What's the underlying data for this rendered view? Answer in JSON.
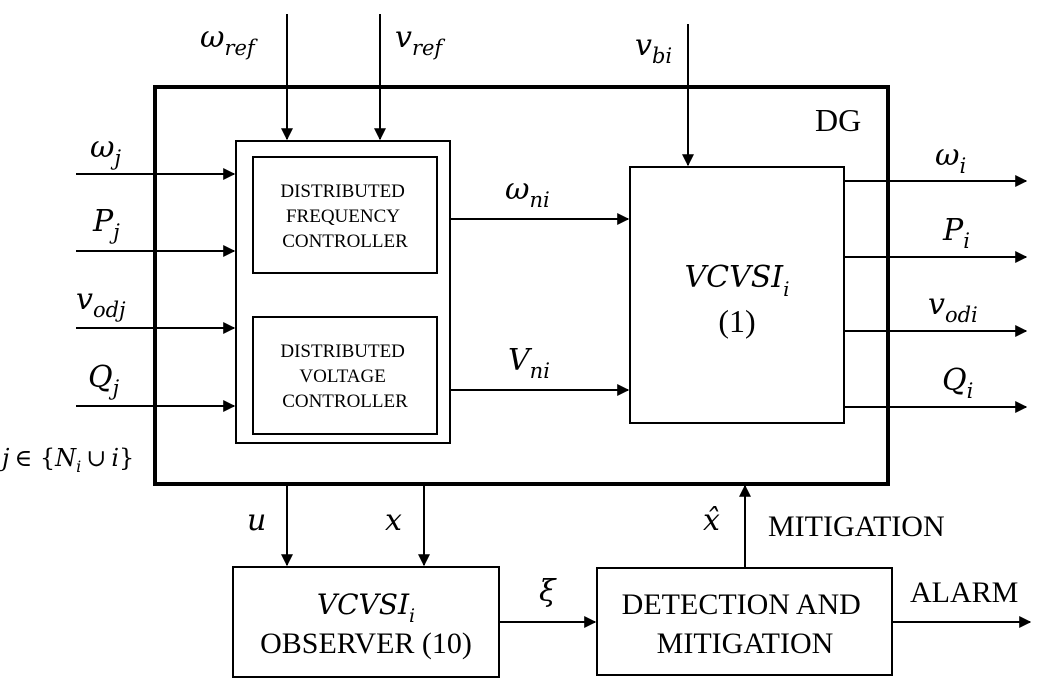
{
  "blocks": {
    "dg_label": "DG",
    "freq_controller": [
      "DISTRIBUTED",
      "FREQUENCY",
      "CONTROLLER"
    ],
    "volt_controller": [
      "DISTRIBUTED",
      "VOLTAGE",
      "CONTROLLER"
    ],
    "vcvsi": {
      "base": "VCVSI",
      "sub": "i",
      "eq": "(1)"
    },
    "observer": {
      "base": "VCVSI",
      "sub": "i",
      "line2": "OBSERVER (10)"
    },
    "detection": [
      "DETECTION AND",
      "MITIGATION"
    ]
  },
  "signals": {
    "omega_ref": {
      "base": "ω",
      "sub": "ref"
    },
    "v_ref": {
      "base": "v",
      "sub": "ref"
    },
    "v_bi": {
      "base": "v",
      "sub": "bi"
    },
    "omega_j": {
      "base": "ω",
      "sub": "j"
    },
    "p_j": {
      "base": "P",
      "sub": "j"
    },
    "v_odj": {
      "base": "v",
      "sub": "odj"
    },
    "q_j": {
      "base": "Q",
      "sub": "j"
    },
    "omega_ni": {
      "base": "ω",
      "sub": "ni"
    },
    "v_ni": {
      "base": "V",
      "sub": "ni"
    },
    "omega_i": {
      "base": "ω",
      "sub": "i"
    },
    "p_i": {
      "base": "P",
      "sub": "i"
    },
    "v_odi": {
      "base": "v",
      "sub": "odi"
    },
    "q_i": {
      "base": "Q",
      "sub": "i"
    },
    "u": "u",
    "x": "x",
    "x_hat": "x̂",
    "xi": "ξ",
    "mitigation": "MITIGATION",
    "alarm": "ALARM"
  },
  "set_note": {
    "j": "j",
    "member": "∈ {",
    "n": "N",
    "n_sub": "i",
    "union": "∪",
    "i": "i",
    "close": "}"
  }
}
